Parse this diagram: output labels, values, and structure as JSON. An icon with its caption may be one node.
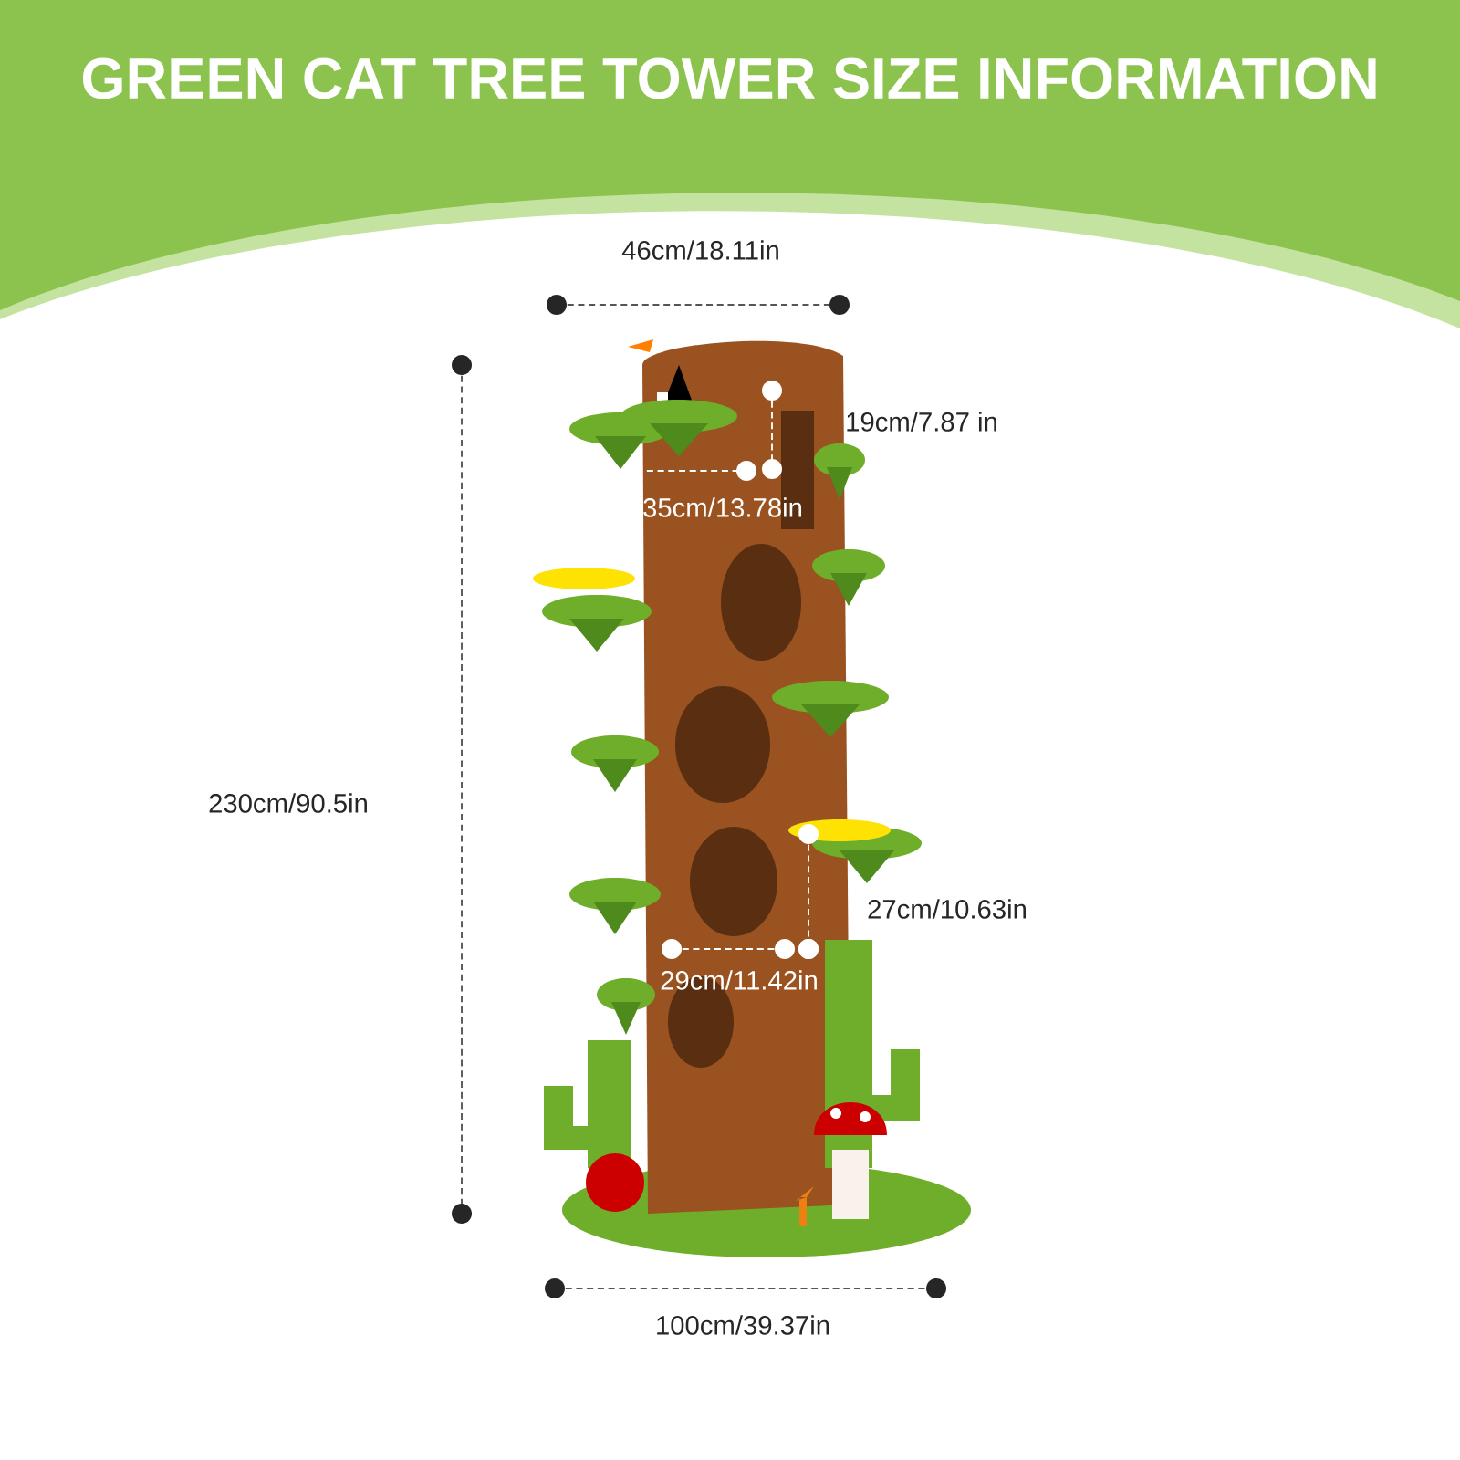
{
  "diagram": {
    "title": "GREEN CAT TREE TOWER SIZE INFORMATION",
    "labels": [
      "46cm/18.11in",
      "19cm/7.87 in",
      "35cm/13.78in",
      "230cm/90.5in",
      "27cm/10.63in",
      "29cm/11.42in",
      "100cm/39.37in"
    ]
  }
}
